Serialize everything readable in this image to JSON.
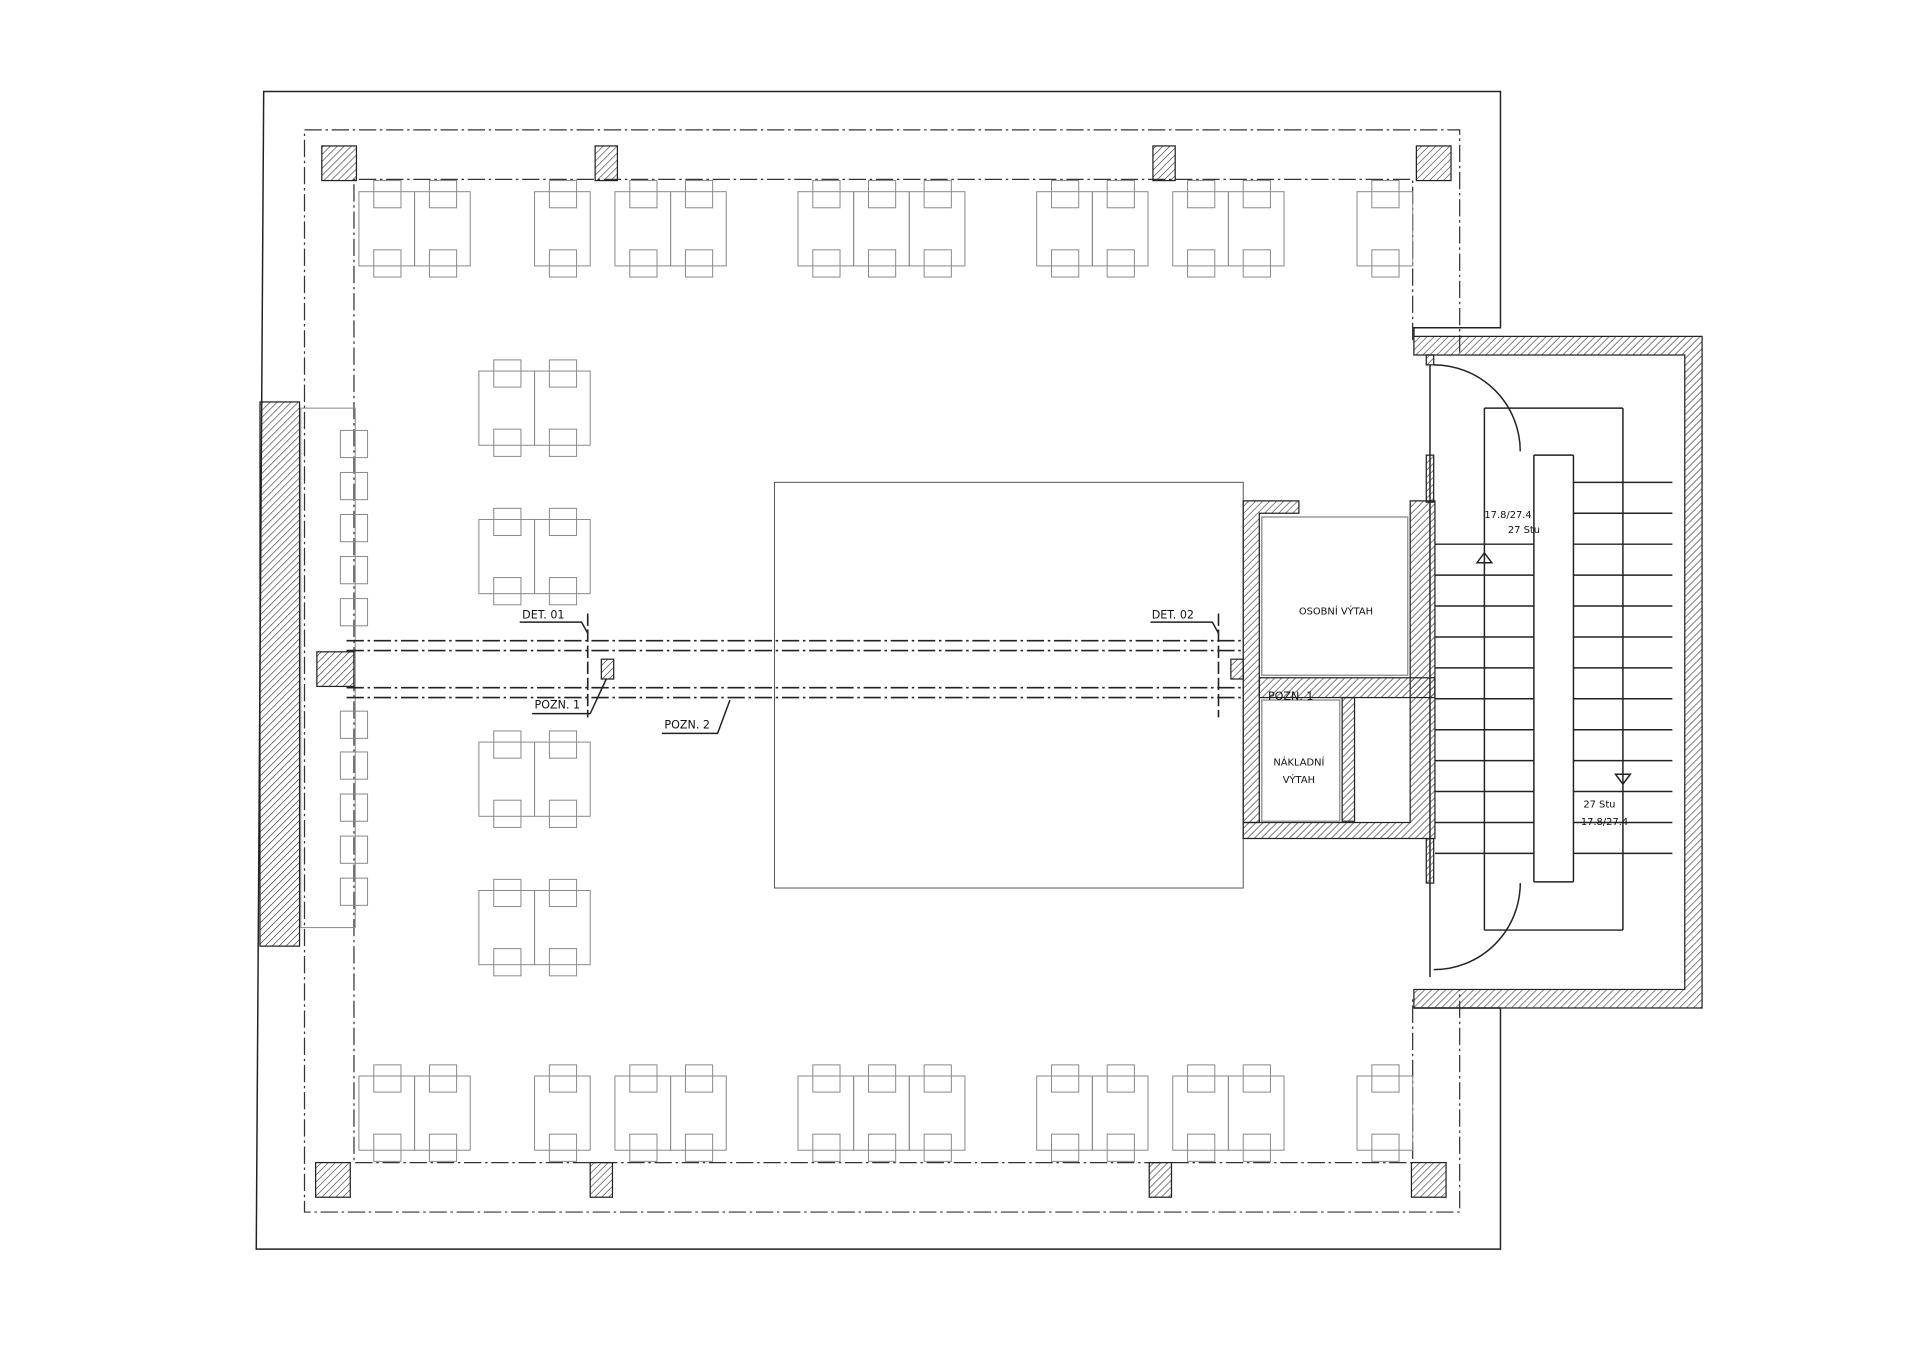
{
  "labels": {
    "passenger_lift": "OSOBNÍ VÝTAH",
    "freight_lift_1": "NÁKLADNÍ",
    "freight_lift_2": "VÝTAH",
    "det01": "DET. 01",
    "det02": "DET. 02",
    "pozn1_left": "POZN. 1",
    "pozn1_right": "POZN. 1",
    "pozn2": "POZN. 2",
    "stair_up_ratio": "17.8/27.4",
    "stair_up_count": "27 Stu",
    "stair_down_count": "27 Stu",
    "stair_down_ratio": "17.8/27.4"
  }
}
